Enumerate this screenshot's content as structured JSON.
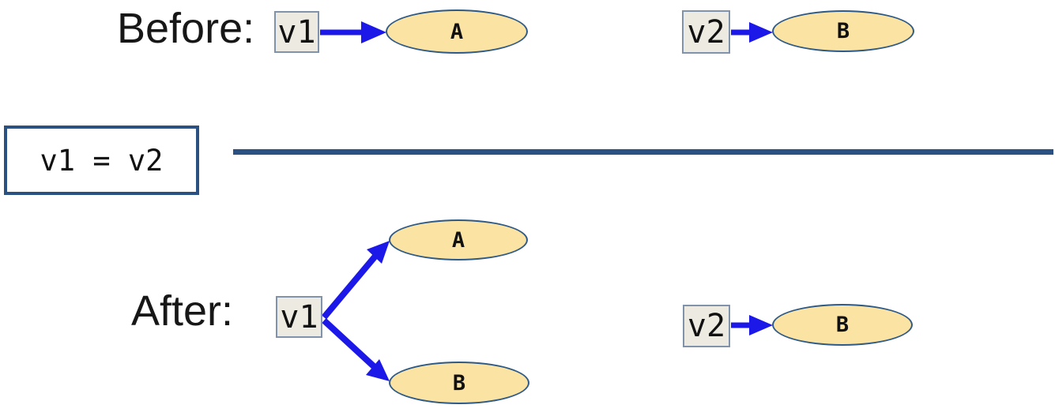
{
  "labels": {
    "before": "Before:",
    "after": "After:",
    "assignment": "v1 = v2"
  },
  "before": {
    "v1_box": "v1",
    "v2_box": "v2",
    "object_a": "A",
    "object_b": "B"
  },
  "after": {
    "v1_box": "v1",
    "v2_box": "v2",
    "object_a": "A",
    "object_b": "B"
  },
  "colors": {
    "arrow": "#1c18e8",
    "object_fill": "#fbe3a3",
    "object_border": "#2e5a87",
    "var_box_fill": "#edeae2",
    "var_box_border": "#8093ab",
    "accent_dark_blue": "#2b5183",
    "text": "#171717"
  }
}
